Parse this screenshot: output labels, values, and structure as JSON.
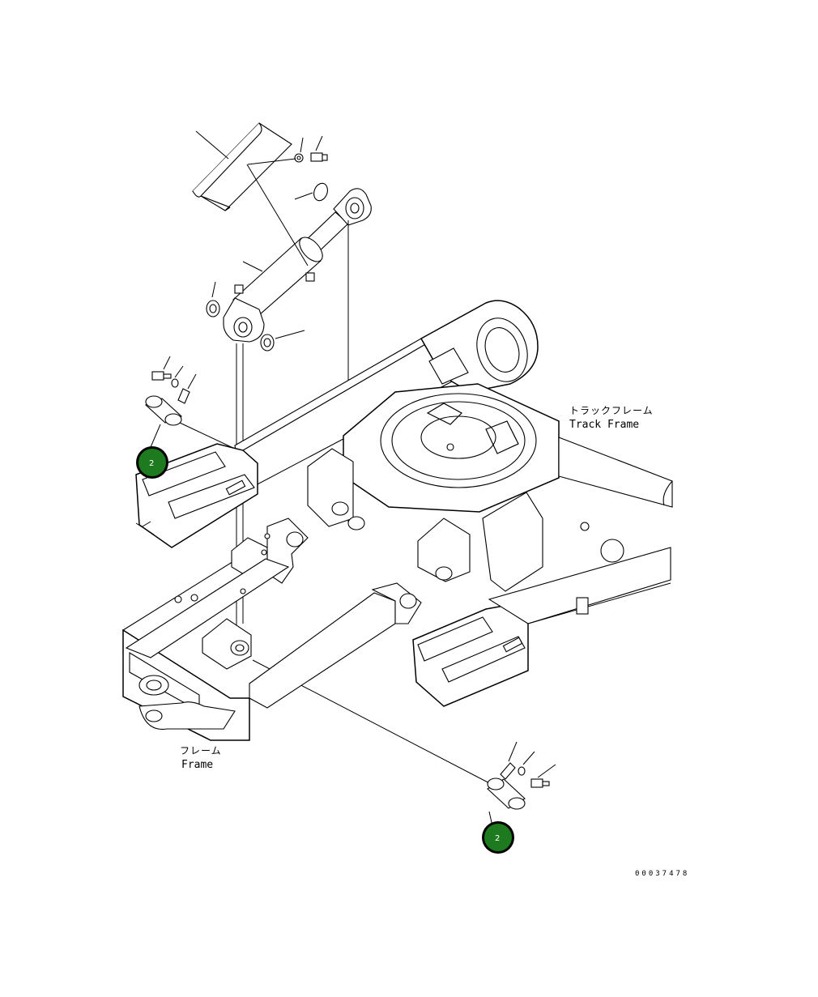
{
  "labels": {
    "track_frame_jp": "トラックフレーム",
    "track_frame_en": "Track Frame",
    "frame_jp": "フレーム",
    "frame_en": "Frame",
    "doc_number": "00037478"
  },
  "callouts": [
    {
      "text": "2",
      "color": "#1e7a1e"
    },
    {
      "text": "2",
      "color": "#1e7a1e"
    }
  ]
}
